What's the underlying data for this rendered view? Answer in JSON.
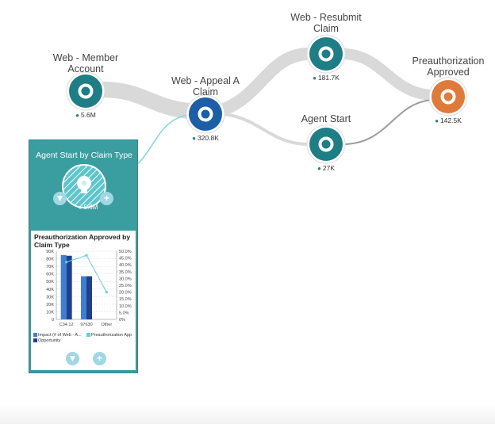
{
  "nodes": [
    {
      "id": "member",
      "label": "Web - Member\nAccount",
      "count": "5.6M",
      "color": "#1e7e86",
      "icon": "ring-icon"
    },
    {
      "id": "appeal",
      "label": "Web - Appeal A\nClaim",
      "count": "320.8K",
      "color": "#1b5fa8",
      "icon": "ring-icon"
    },
    {
      "id": "resubmit",
      "label": "Web - Resubmit\nClaim",
      "count": "181.7K",
      "color": "#1e7e86",
      "icon": "ring-icon"
    },
    {
      "id": "agent",
      "label": "Agent Start",
      "count": "27K",
      "color": "#1e7e86",
      "icon": "ring-icon"
    },
    {
      "id": "preauth",
      "label": "Preauthorization\nApproved",
      "count": "142.5K",
      "color": "#e07a3a",
      "icon": "ring-icon"
    }
  ],
  "panel": {
    "title": "Agent Start by Claim Type",
    "count": "5.6M",
    "icons": [
      "thumbs-down-icon",
      "plus-icon",
      "lightbulb-icon",
      "person-icon"
    ],
    "colors": {
      "background": "#3a9da0",
      "button": "#9fd7e5"
    }
  },
  "inner_chart": {
    "title": "Preauthorization Approved by Claim Type",
    "legend": [
      "Impact (# of Web - A...",
      "Preauthorization App",
      "Opportunity"
    ],
    "buttons": [
      "thumbs-down-icon",
      "plus-icon"
    ]
  },
  "chart_data": {
    "type": "bar",
    "title": "Preauthorization Approved by Claim Type",
    "categories": [
      "C34.12",
      "97630",
      "Other"
    ],
    "series": [
      {
        "name": "Impact (# of Web - A...",
        "kind": "bar",
        "axis": "left",
        "color": "#3f7fd0",
        "values": [
          85000,
          57000,
          0
        ]
      },
      {
        "name": "Opportunity",
        "kind": "bar",
        "axis": "left",
        "color": "#1f3f8f",
        "values": [
          84000,
          57000,
          0
        ]
      },
      {
        "name": "Preauthorization App",
        "kind": "line",
        "axis": "right",
        "color": "#5fd3dd",
        "values": [
          42,
          47,
          20
        ]
      }
    ],
    "y_ticks": [
      "0",
      "10K",
      "20K",
      "30K",
      "40K",
      "50K",
      "60K",
      "70K",
      "80K",
      "90K"
    ],
    "y2_ticks": [
      "0%",
      "5.0%",
      "10.0%",
      "15.0%",
      "20.0%",
      "25.0%",
      "30.0%",
      "35.0%",
      "40.0%",
      "45.0%",
      "50.0%"
    ],
    "ylim": [
      0,
      90000
    ],
    "y2lim": [
      0,
      50
    ],
    "grid": true,
    "legend_position": "bottom"
  }
}
